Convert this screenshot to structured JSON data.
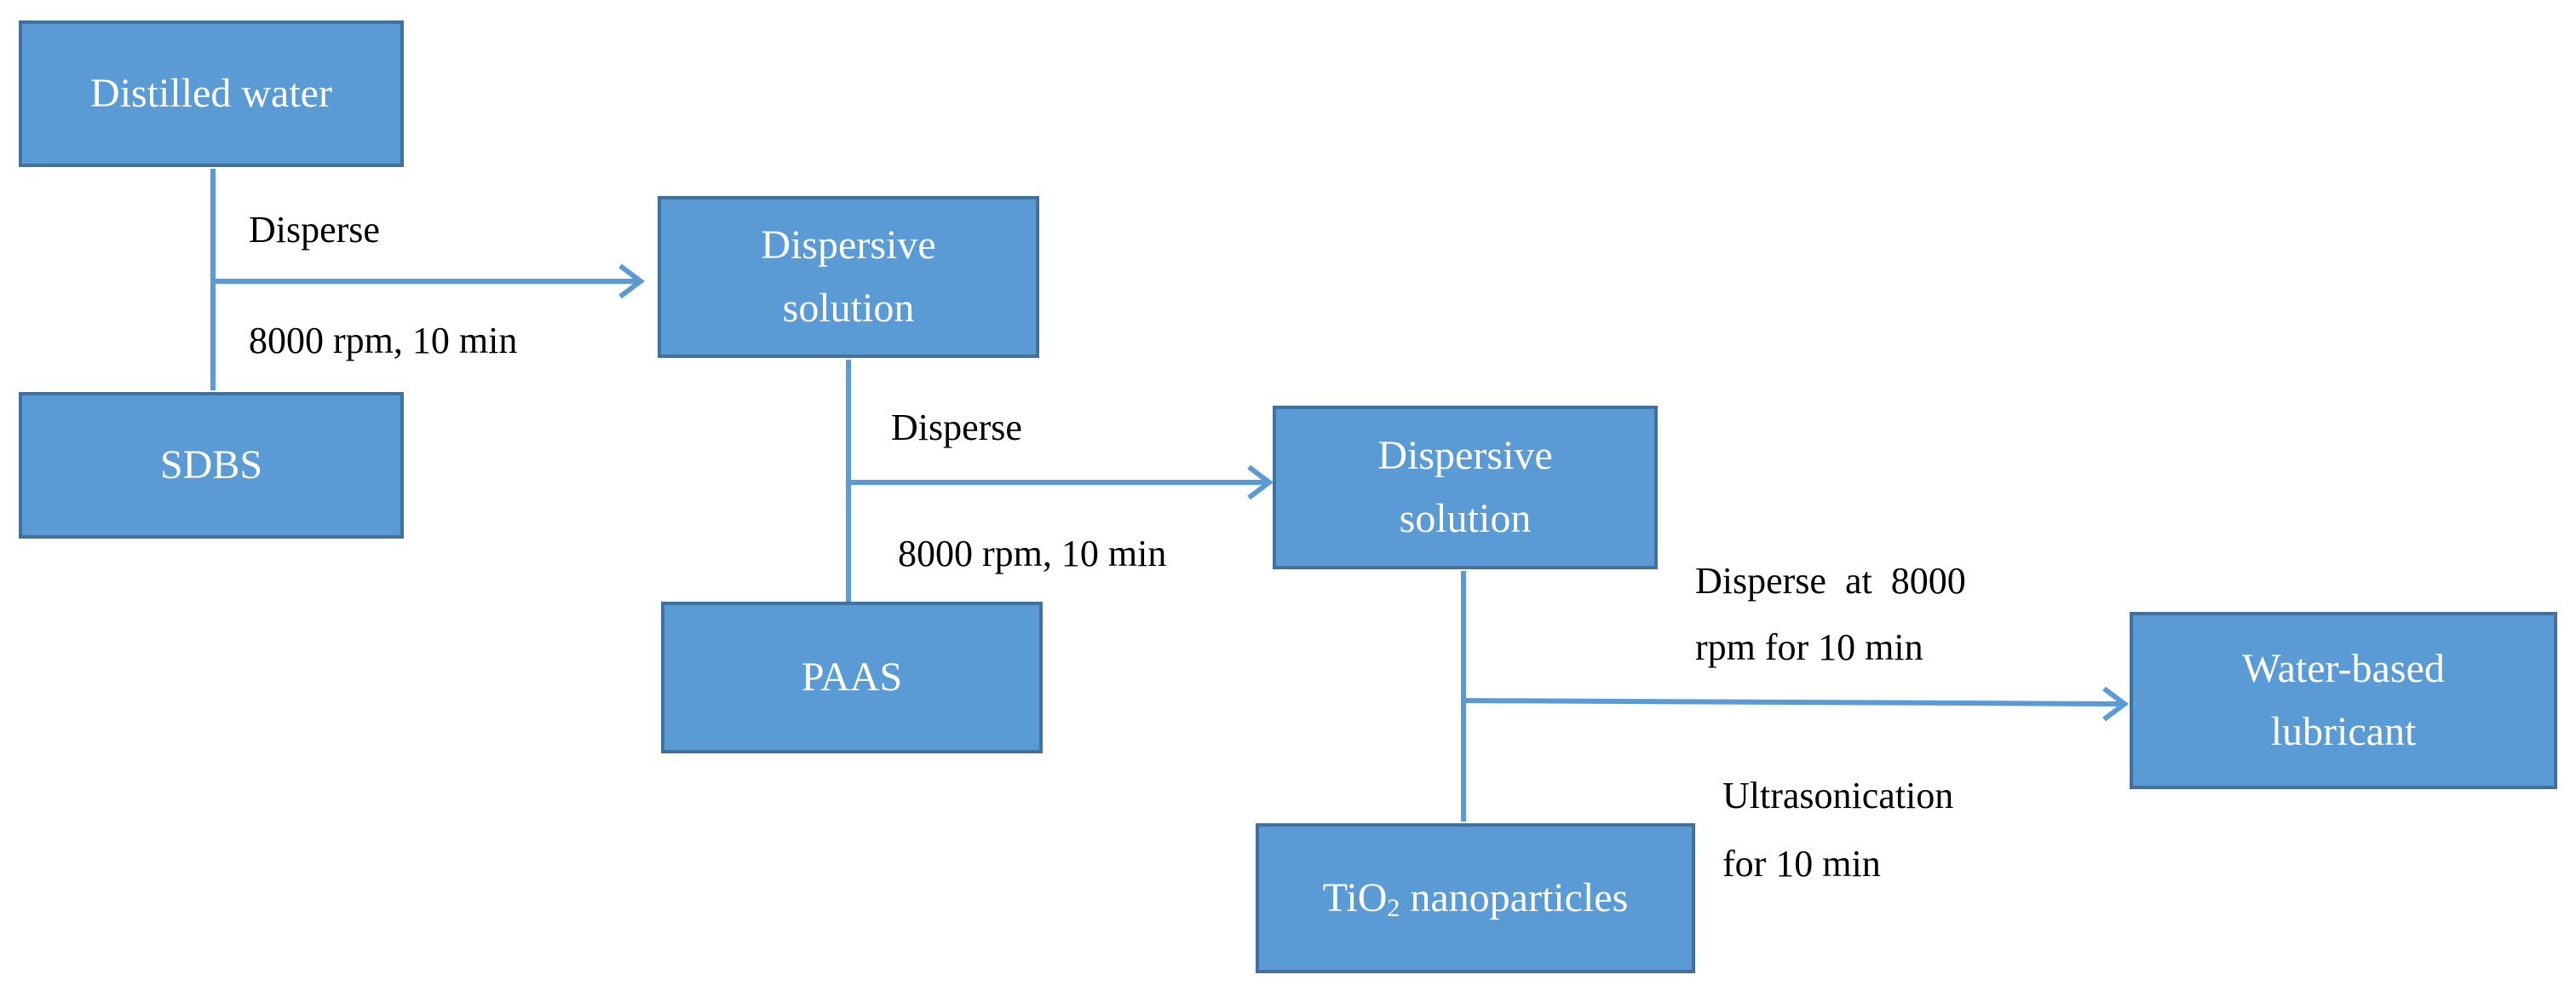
{
  "nodes": {
    "distilled_water": "Distilled water",
    "sdbs": "SDBS",
    "dispersive_solution_1": [
      "Dispersive",
      "solution"
    ],
    "paas": "PAAS",
    "dispersive_solution_2": [
      "Dispersive",
      "solution"
    ],
    "tio2": {
      "prefix": "TiO",
      "subscript": "2",
      "suffix": " nanoparticles"
    },
    "lubricant": [
      "Water-based",
      "lubricant"
    ]
  },
  "labels": {
    "step1_top": "Disperse",
    "step1_bottom": "8000 rpm, 10 min",
    "step2_top": "Disperse",
    "step2_bottom": "8000 rpm, 10 min",
    "step3_top": [
      "Disperse  at  8000",
      "rpm for 10 min"
    ],
    "step3_bottom": [
      "Ultrasonication",
      "for 10 min"
    ]
  },
  "colors": {
    "node_fill": "#5b9bd5",
    "node_border": "#41719c",
    "connector": "#5b9bd5"
  }
}
